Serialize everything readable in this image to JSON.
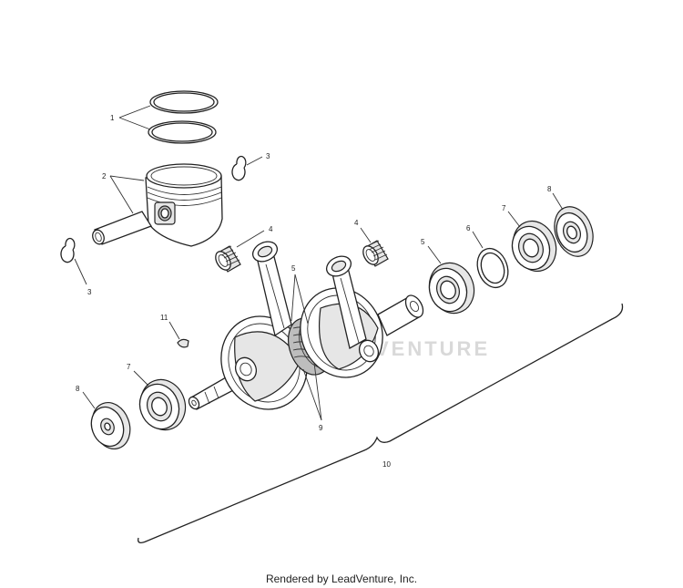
{
  "callouts": {
    "c1": "1",
    "c2": "2",
    "c3a": "3",
    "c3b": "3",
    "c4a": "4",
    "c4b": "4",
    "c5a": "5",
    "c5b": "5",
    "c6": "6",
    "c7a": "7",
    "c7b": "7",
    "c8a": "8",
    "c8b": "8",
    "c9": "9",
    "c10": "10",
    "c11": "11"
  },
  "watermark": "VENTURE",
  "footer": "Rendered by LeadVenture, Inc."
}
